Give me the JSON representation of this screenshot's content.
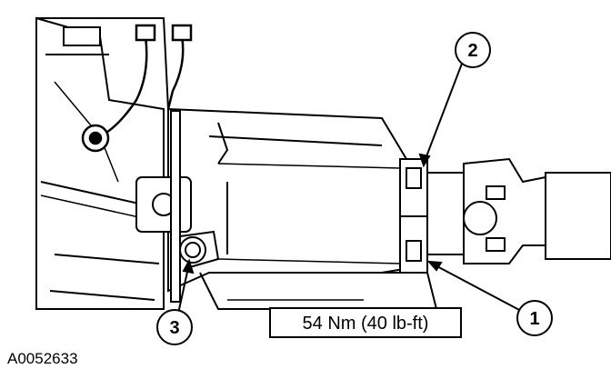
{
  "figure": {
    "id": "A0052633",
    "torque_label": "54 Nm (40 lb-ft)",
    "callouts": [
      {
        "number": "1"
      },
      {
        "number": "2"
      },
      {
        "number": "3"
      }
    ]
  }
}
